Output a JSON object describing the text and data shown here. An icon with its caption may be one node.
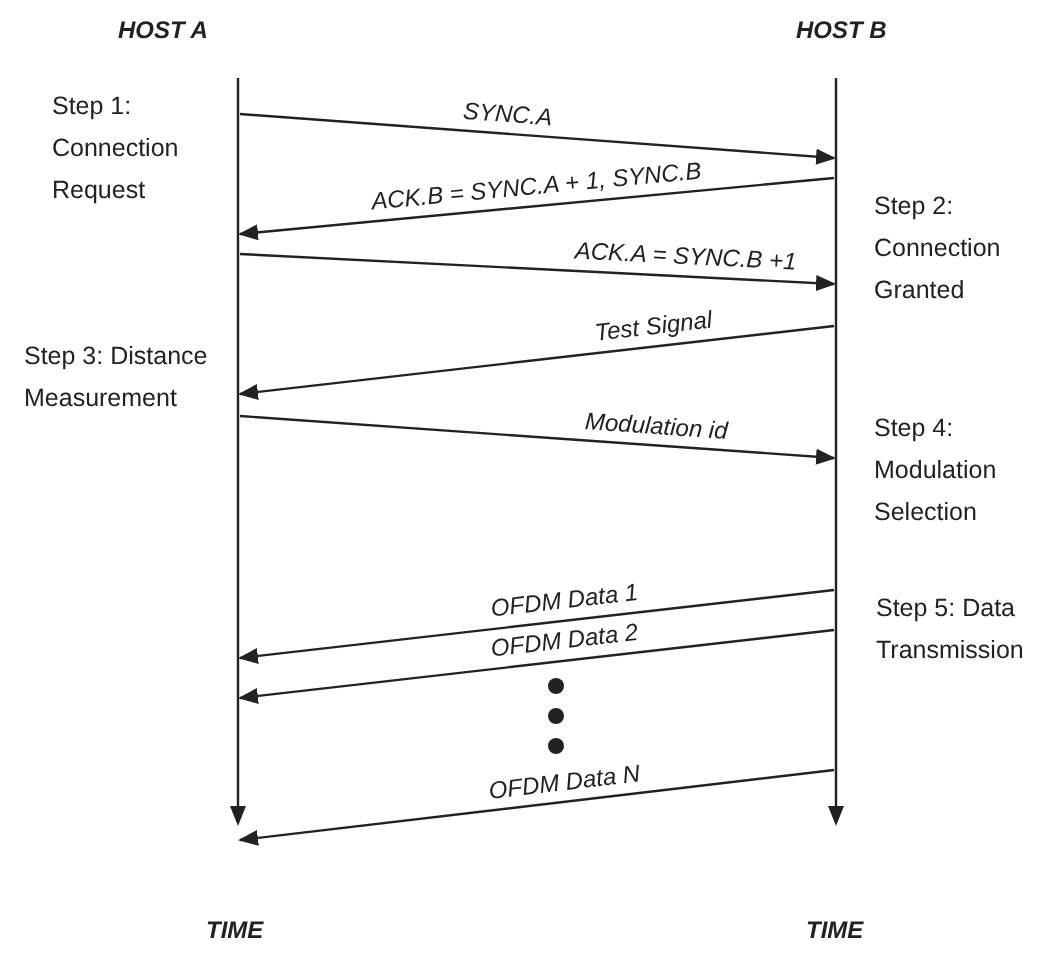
{
  "diagram": {
    "nodes": [
      {
        "text": [
          "HOST A"
        ]
      },
      {
        "text": [
          "HOST B"
        ]
      }
    ],
    "edges": [
      {
        "from": 0,
        "to": 1,
        "arrow": "to",
        "label": "SYNC.A"
      },
      {
        "from": 1,
        "to": 0,
        "arrow": "to",
        "label": "ACK.B = SYNC.A + 1, SYNC.B"
      },
      {
        "from": 0,
        "to": 1,
        "arrow": "to",
        "label": "ACK.A = SYNC.B +1"
      },
      {
        "from": 1,
        "to": 0,
        "arrow": "to",
        "label": "Test Signal"
      },
      {
        "from": 0,
        "to": 1,
        "arrow": "to",
        "label": "Modulation id"
      },
      {
        "from": 1,
        "to": 0,
        "arrow": "to",
        "label": "OFDM Data 1"
      },
      {
        "from": 1,
        "to": 0,
        "arrow": "to",
        "label": "OFDM Data 2"
      },
      {
        "from": 1,
        "to": 0,
        "arrow": "to",
        "label": "OFDM Data N"
      }
    ],
    "labels": [
      "Step 1: Connection Request",
      "Step 2: Connection Granted",
      "Step 3: Distance Measurement",
      "Step 4: Modulation Selection",
      "Step 5: Data Transmission",
      "TIME",
      "TIME"
    ]
  }
}
